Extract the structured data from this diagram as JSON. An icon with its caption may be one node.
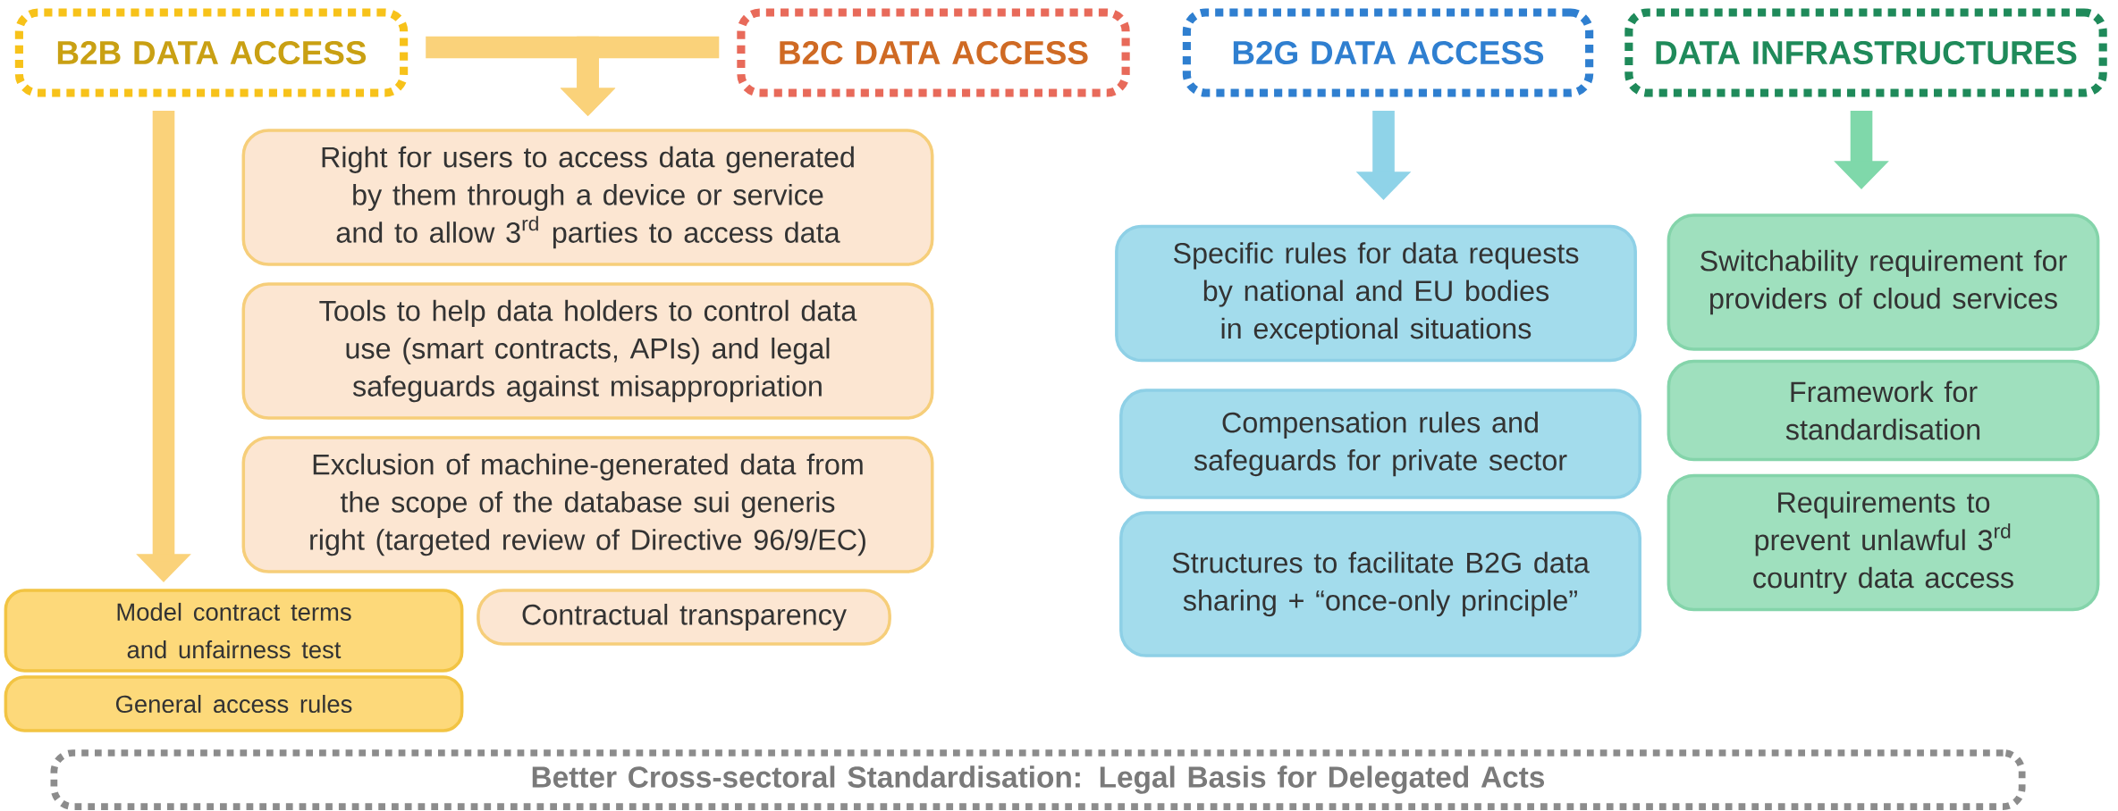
{
  "diagram": {
    "nodes": [
      {
        "text": [
          "B2B DATA ACCESS"
        ]
      },
      {
        "text": [
          "B2C DATA ACCESS"
        ]
      },
      {
        "text": [
          "B2G DATA ACCESS"
        ]
      },
      {
        "text": [
          "DATA INFRASTRUCTURES"
        ]
      },
      {
        "text": [
          "Right for users to access data generated by them through a device or service and to allow 3$^{rd}$ parties to access data"
        ]
      },
      {
        "text": [
          "Tools to help data holders to control data use (smart contracts, APIs) and legal safeguards against misappropriation"
        ]
      },
      {
        "text": [
          "Exclusion of machine-generated data from the scope of the database sui generis right (targeted review of Directive 96/9/EC)"
        ]
      },
      {
        "text": [
          "Model contract terms and unfairness test"
        ]
      },
      {
        "text": [
          "General access rules"
        ]
      },
      {
        "text": [
          "Contractual transparency"
        ]
      },
      {
        "text": [
          "Specific rules for data requests by national and EU bodies in exceptional situations"
        ]
      },
      {
        "text": [
          "Compensation rules and safeguards for private sector"
        ]
      },
      {
        "text": [
          "Structures to facilitate B2G data sharing + “once-only principle”"
        ]
      },
      {
        "text": [
          "Switchability requirement for providers of cloud services"
        ]
      },
      {
        "text": [
          "Framework for standardisation"
        ]
      },
      {
        "text": [
          "Requirements to prevent unlawful 3$^{rd}$ country data access"
        ]
      },
      {
        "text": [
          "Better Cross-sectoral Standardisation: Legal Basis for Delegated Acts"
        ]
      }
    ],
    "edges": [
      {
        "from": 0,
        "to": 4,
        "arrow": "to"
      },
      {
        "from": 1,
        "to": 4,
        "arrow": "to"
      },
      {
        "from": 0,
        "to": 7,
        "arrow": "to"
      },
      {
        "from": 2,
        "to": 10,
        "arrow": "to",
        "color": "#8fd3e8"
      },
      {
        "from": 3,
        "to": 13,
        "arrow": "to",
        "color": "#7fd8aa"
      }
    ]
  }
}
